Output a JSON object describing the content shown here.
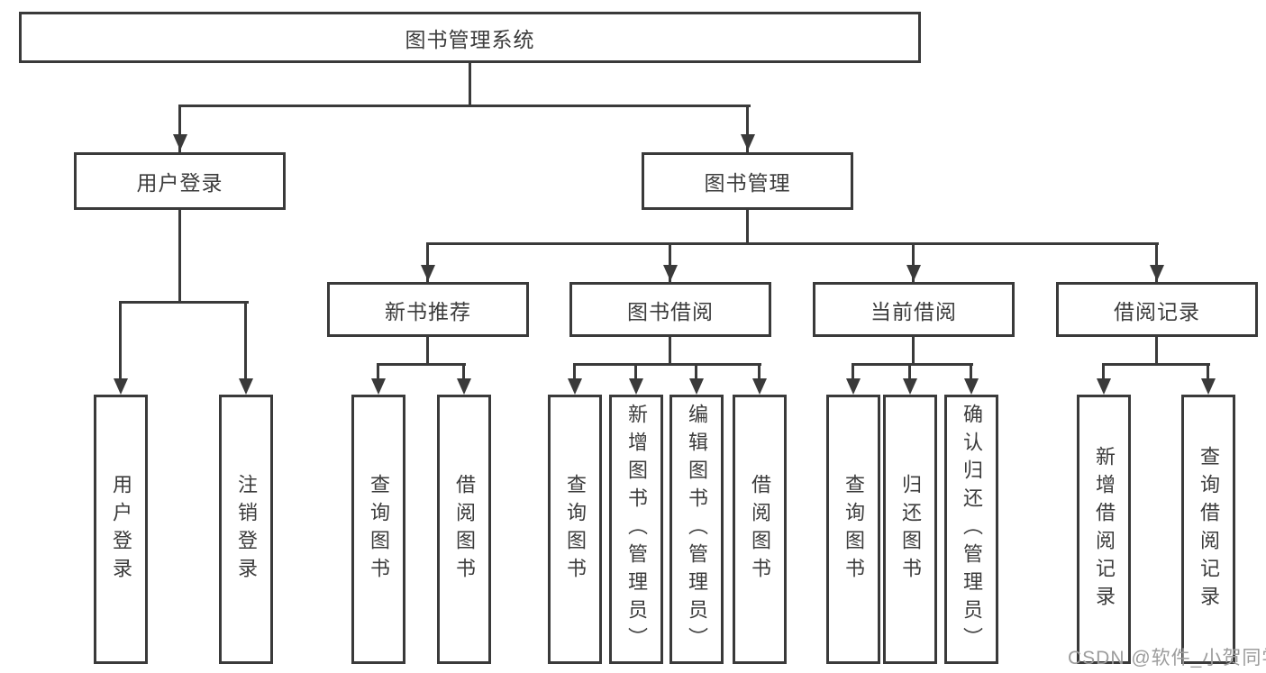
{
  "diagram": {
    "root": {
      "label": "图书管理系统"
    },
    "user_login": {
      "label": "用户登录",
      "children": [
        {
          "label": "用户登录"
        },
        {
          "label": "注销登录"
        }
      ]
    },
    "book_management": {
      "label": "图书管理"
    },
    "new_book_recommend": {
      "label": "新书推荐",
      "children": [
        {
          "label": "查询图书"
        },
        {
          "label": "借阅图书"
        }
      ]
    },
    "book_borrow": {
      "label": "图书借阅",
      "children": [
        {
          "label": "查询图书"
        },
        {
          "label": "新增图书（管理员）"
        },
        {
          "label": "编辑图书（管理员）"
        },
        {
          "label": "借阅图书"
        }
      ]
    },
    "current_borrow": {
      "label": "当前借阅",
      "children": [
        {
          "label": "查询图书"
        },
        {
          "label": "归还图书"
        },
        {
          "label": "确认归还（管理员）"
        }
      ]
    },
    "borrow_record": {
      "label": "借阅记录",
      "children": [
        {
          "label": "新增借阅记录"
        },
        {
          "label": "查询借阅记录"
        }
      ]
    }
  },
  "watermark": {
    "text": "CSDN @软件_小贺同学"
  },
  "colors": {
    "line": "#3a3a3a",
    "text": "#3c3c3c",
    "watermark": "#9c9c9c",
    "background": "#ffffff"
  }
}
